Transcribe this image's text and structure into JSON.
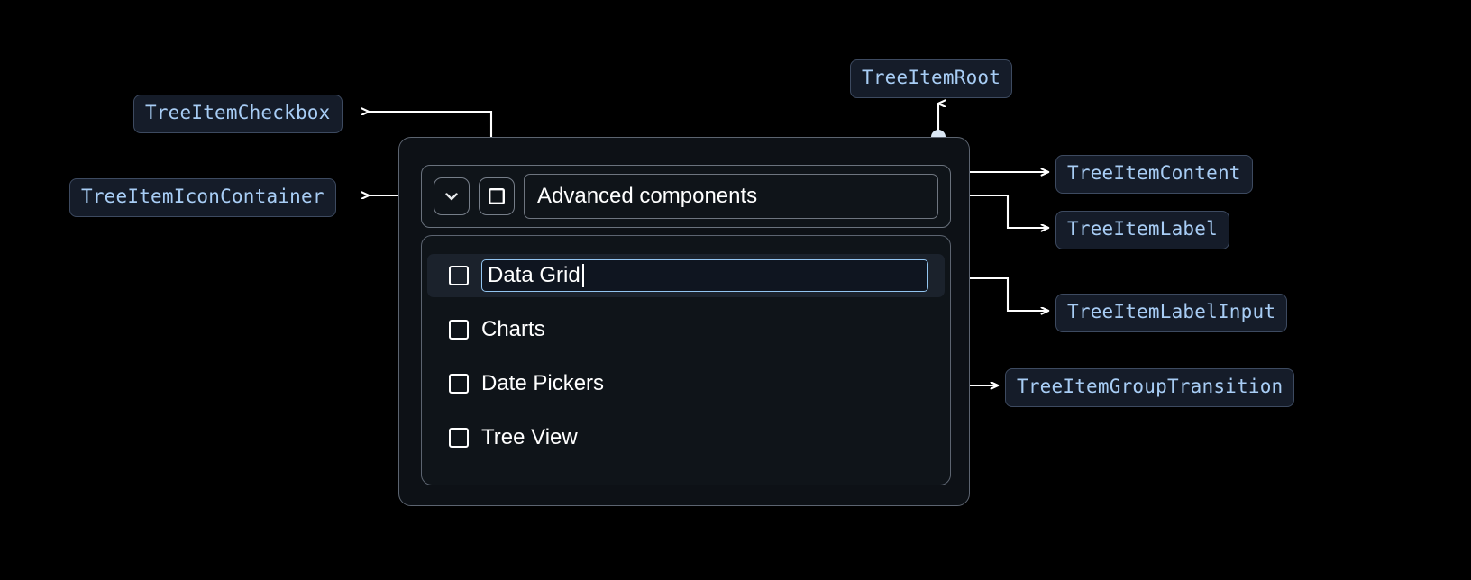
{
  "colors": {
    "background": "#000000",
    "chip_bg": "#151c29",
    "chip_border": "#3d4a60",
    "chip_text": "#a8cdf5",
    "connector": "#ffffff",
    "dot": "#dbe7f4",
    "card_bg": "#0d1116",
    "card_border": "#5c6470",
    "selected_row_bg": "#1b222c",
    "input_focus_border": "#93c5f0",
    "text": "#ffffff"
  },
  "annotations": [
    {
      "id": "tree-item-checkbox",
      "label": "TreeItemCheckbox"
    },
    {
      "id": "tree-item-icon-container",
      "label": "TreeItemIconContainer"
    },
    {
      "id": "tree-item-root",
      "label": "TreeItemRoot"
    },
    {
      "id": "tree-item-content",
      "label": "TreeItemContent"
    },
    {
      "id": "tree-item-label",
      "label": "TreeItemLabel"
    },
    {
      "id": "tree-item-label-input",
      "label": "TreeItemLabelInput"
    },
    {
      "id": "tree-item-group-transition",
      "label": "TreeItemGroupTransition"
    }
  ],
  "tree": {
    "icons": {
      "expand": "chevron-down-icon",
      "checkbox": "checkbox-unchecked-icon"
    },
    "root_label": "Advanced components",
    "children": [
      {
        "label": "Data Grid",
        "editing": true,
        "checked": false,
        "selected": true
      },
      {
        "label": "Charts",
        "editing": false,
        "checked": false,
        "selected": false
      },
      {
        "label": "Date Pickers",
        "editing": false,
        "checked": false,
        "selected": false
      },
      {
        "label": "Tree View",
        "editing": false,
        "checked": false,
        "selected": false
      }
    ]
  }
}
